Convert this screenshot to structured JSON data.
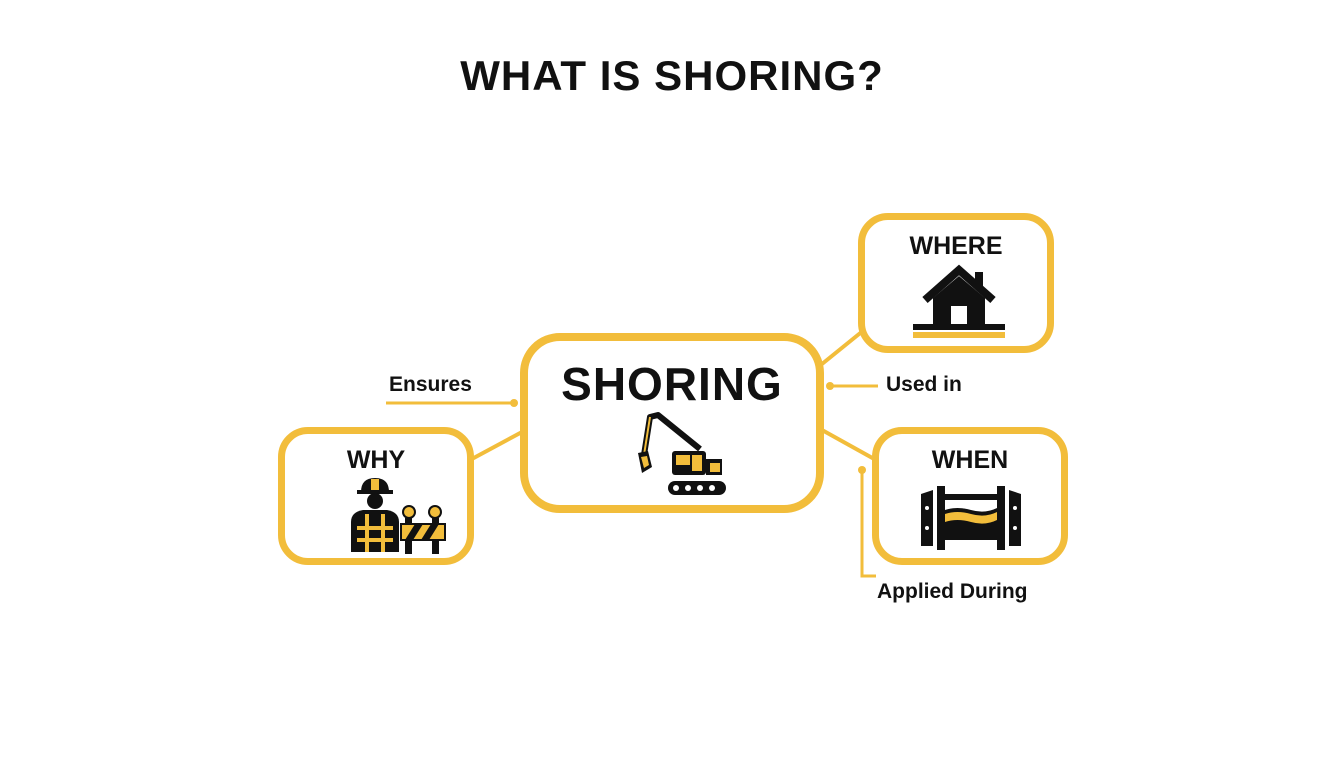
{
  "title": "WHAT IS SHORING?",
  "colors": {
    "accent": "#f2bd3b",
    "text": "#111111",
    "background": "#ffffff"
  },
  "nodes": {
    "center": {
      "label": "SHORING",
      "icon": "excavator-icon"
    },
    "why": {
      "label": "WHY",
      "icon": "worker-barrier-icon"
    },
    "where": {
      "label": "WHERE",
      "icon": "house-icon"
    },
    "when": {
      "label": "WHEN",
      "icon": "excavation-trench-icon"
    }
  },
  "relations": {
    "why": "Ensures",
    "where": "Used in",
    "when": "Applied During"
  }
}
